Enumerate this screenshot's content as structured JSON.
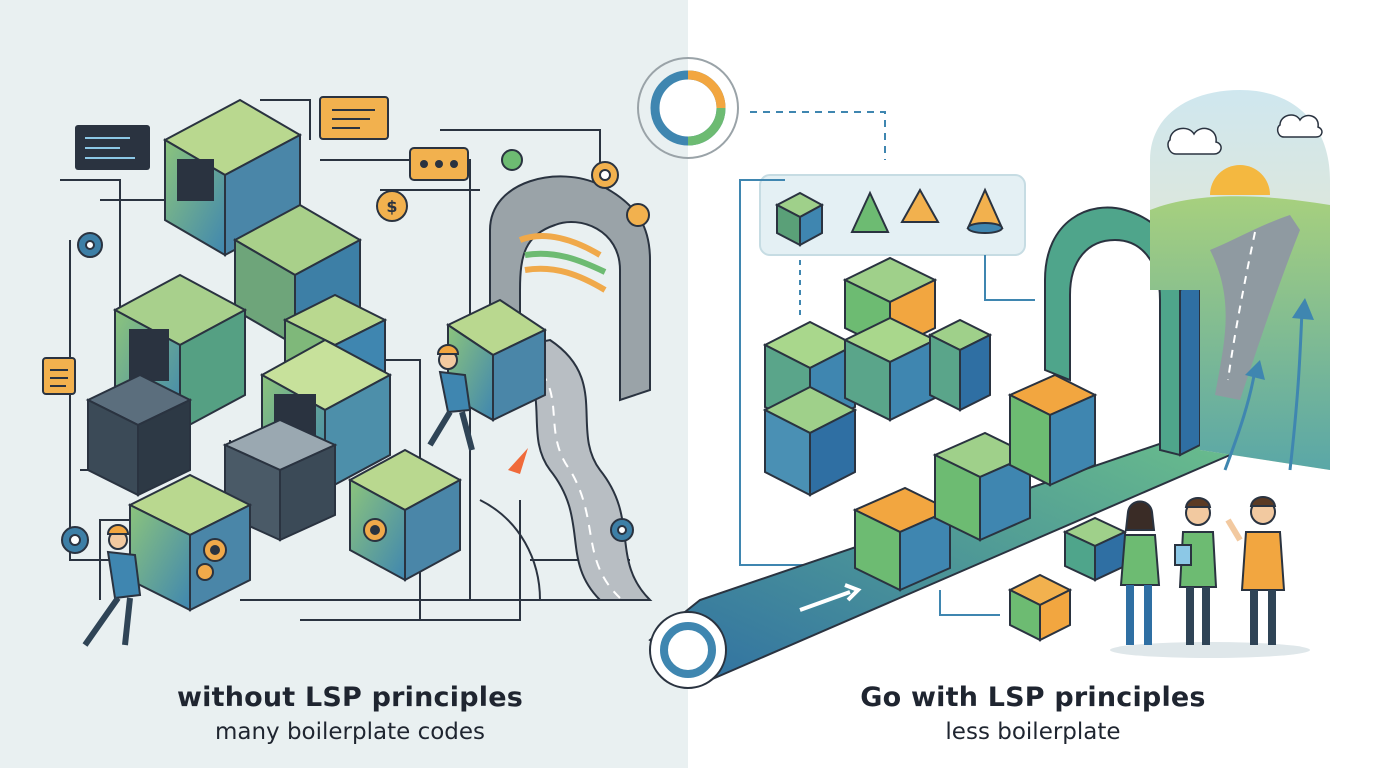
{
  "left_panel": {
    "title": "without LSP principles",
    "subtitle": "many boilerplate codes",
    "colors": {
      "background": "#e9f0f1",
      "box_green": "#7fb87a",
      "box_blue": "#3d7fa6",
      "accent_orange": "#f0a94a",
      "outline": "#2a3340"
    }
  },
  "right_panel": {
    "title": "Go with LSP principles",
    "subtitle": "less boilerplate",
    "colors": {
      "background": "#ffffff",
      "box_green": "#6dbb72",
      "box_blue": "#3f8fc3",
      "accent_orange": "#f2a640",
      "outline": "#2a3340"
    }
  },
  "icons": [
    "gear-icon",
    "coin-icon",
    "chat-bubble-icon",
    "document-icon",
    "code-window-icon",
    "arrow-icon",
    "cube-icon",
    "pyramid-icon",
    "cone-icon",
    "sun-icon",
    "cloud-icon",
    "road-icon",
    "worker-icon",
    "person-icon"
  ]
}
